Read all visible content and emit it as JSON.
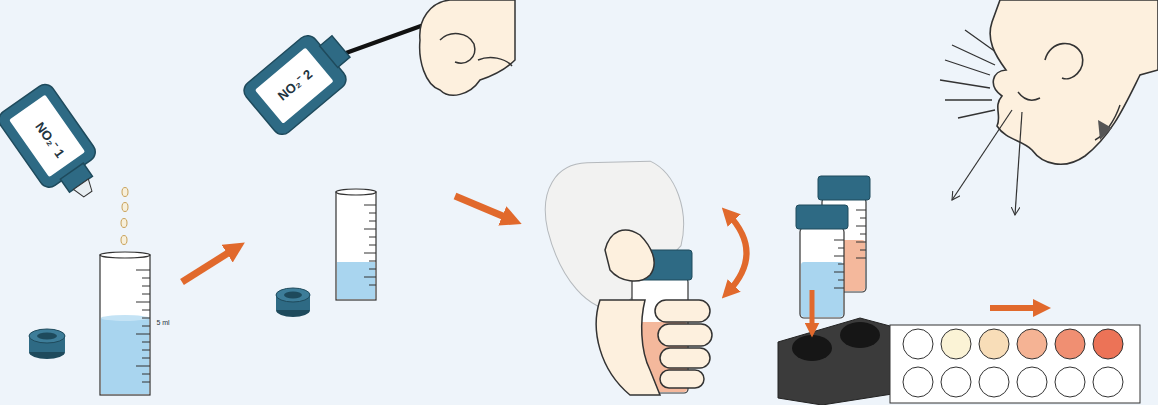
{
  "diagram": {
    "labels": [
      "NO₂⁻ 1",
      "5 ml",
      "NO₂⁻ 2"
    ]
  }
}
